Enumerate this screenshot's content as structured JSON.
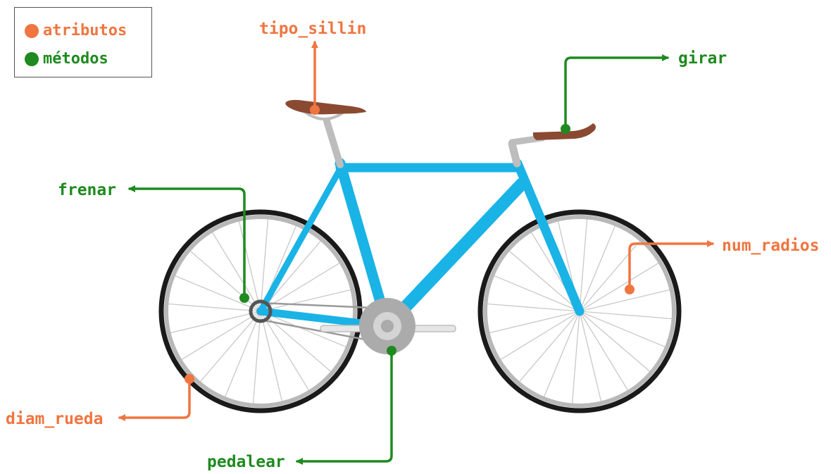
{
  "legend": {
    "attributes": {
      "label": "atributos",
      "color": "#f07540"
    },
    "methods": {
      "label": "métodos",
      "color": "#1f8a1f"
    }
  },
  "labels": {
    "tipo_sillin": "tipo_sillin",
    "girar": "girar",
    "frenar": "frenar",
    "num_radios": "num_radios",
    "diam_rueda": "diam_rueda",
    "pedalear": "pedalear"
  },
  "colors": {
    "frame": "#1ab3e6",
    "tire": "#1a1a1a",
    "rim": "#b8b8b8",
    "spokes": "#c8c8c8",
    "leather": "#8a4a32",
    "post": "#bdbdbd"
  }
}
